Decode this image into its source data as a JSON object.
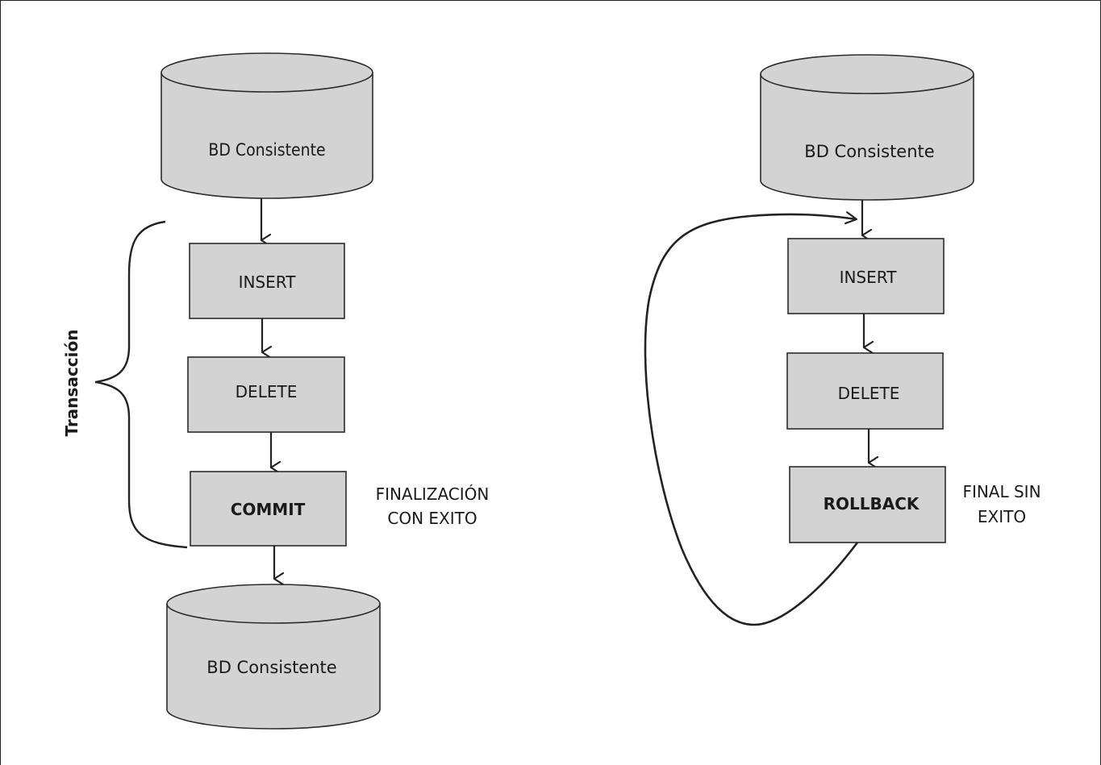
{
  "colors": {
    "shape_fill": "#d3d3d3",
    "shape_stroke": "#2b2b2b",
    "line": "#222222",
    "text": "#1a1a1a"
  },
  "left": {
    "db_top": "BD Consistente",
    "steps": [
      "INSERT",
      "DELETE",
      "COMMIT"
    ],
    "end_note_line1": "FINALIZACIÓN",
    "end_note_line2": "CON EXITO",
    "db_bottom": "BD Consistente",
    "brace_label": "Transacción"
  },
  "right": {
    "db_top": "BD Consistente",
    "steps": [
      "INSERT",
      "DELETE",
      "ROLLBACK"
    ],
    "end_note_line1": "FINAL SIN",
    "end_note_line2": "EXITO"
  }
}
